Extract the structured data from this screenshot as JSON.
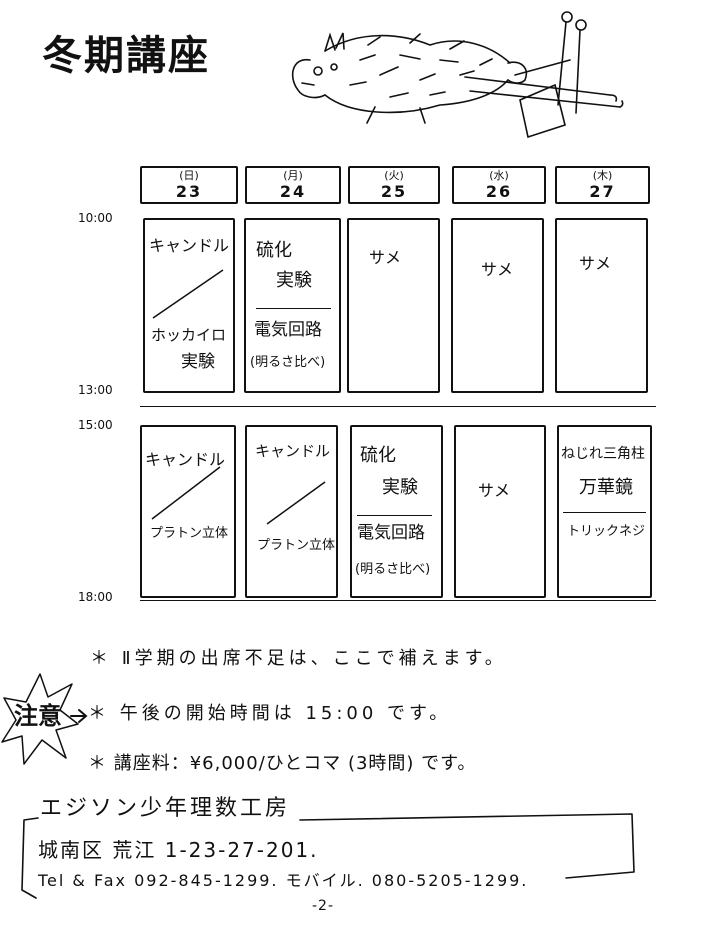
{
  "title": "冬期講座",
  "days": [
    {
      "dow": "(日)",
      "date": "23"
    },
    {
      "dow": "(月)",
      "date": "24"
    },
    {
      "dow": "(火)",
      "date": "25"
    },
    {
      "dow": "(水)",
      "date": "26"
    },
    {
      "dow": "(木)",
      "date": "27"
    }
  ],
  "times": [
    "10:00",
    "13:00",
    "15:00",
    "18:00"
  ],
  "morning": [
    {
      "top": [
        "キャンドル"
      ],
      "bottom": [
        "ホッカイロ",
        "実験"
      ]
    },
    {
      "top": [
        "硫化",
        "実験"
      ],
      "bottom": [
        "電気回路",
        "(明るさ比べ)"
      ]
    },
    {
      "top": [
        "サメ"
      ]
    },
    {
      "top": [
        "サメ"
      ]
    },
    {
      "top": [
        "サメ"
      ]
    }
  ],
  "afternoon": [
    {
      "top": [
        "キャンドル"
      ],
      "bottom": [
        "プラトン立体"
      ]
    },
    {
      "top": [
        "キャンドル"
      ],
      "bottom": [
        "プラトン立体"
      ]
    },
    {
      "top": [
        "硫化",
        "実験"
      ],
      "bottom": [
        "電気回路",
        "(明るさ比べ)"
      ]
    },
    {
      "top": [
        "サメ"
      ]
    },
    {
      "top": [
        "ねじれ三角柱",
        "万華鏡"
      ],
      "bottom": [
        "トリックネジ"
      ]
    }
  ],
  "callout": "注意",
  "notes": [
    "＊ Ⅱ学期の出席不足は、ここで補えます。",
    "＊ 午後の開始時間は 15:00 です。",
    "＊ 講座料：¥6,000/ひとコマ (3時間) です。"
  ],
  "contact": {
    "name": "エジソン少年理数工房",
    "address": "城南区 荒江 1-23-27-201.",
    "phone": "Tel & Fax 092-845-1299. モバイル. 080-5205-1299."
  },
  "page_number": "-2-",
  "colors": {
    "ink": "#111111",
    "paper": "#ffffff"
  }
}
